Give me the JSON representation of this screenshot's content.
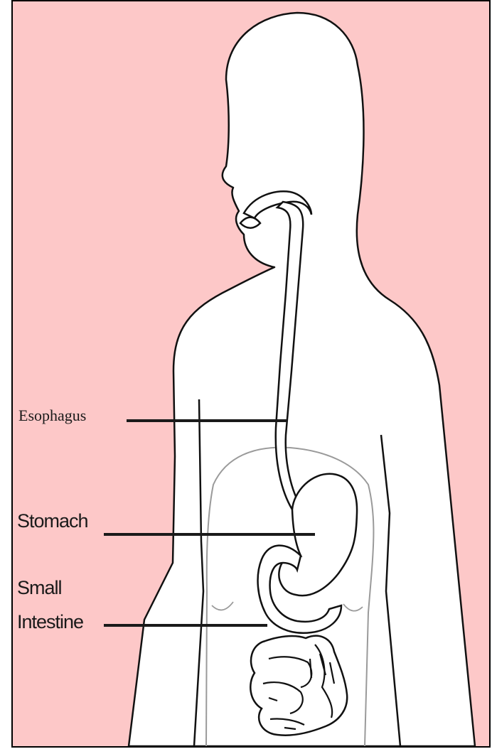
{
  "labels": {
    "esophagus": "Esophagus",
    "stomach": "Stomach",
    "small_intestine_line1": "Small",
    "small_intestine_line2": "Intestine"
  },
  "colors": {
    "background": "#fdc8c8",
    "body_fill": "#ffffff",
    "outline": "#111111",
    "ribcage": "#9a9a9a"
  }
}
